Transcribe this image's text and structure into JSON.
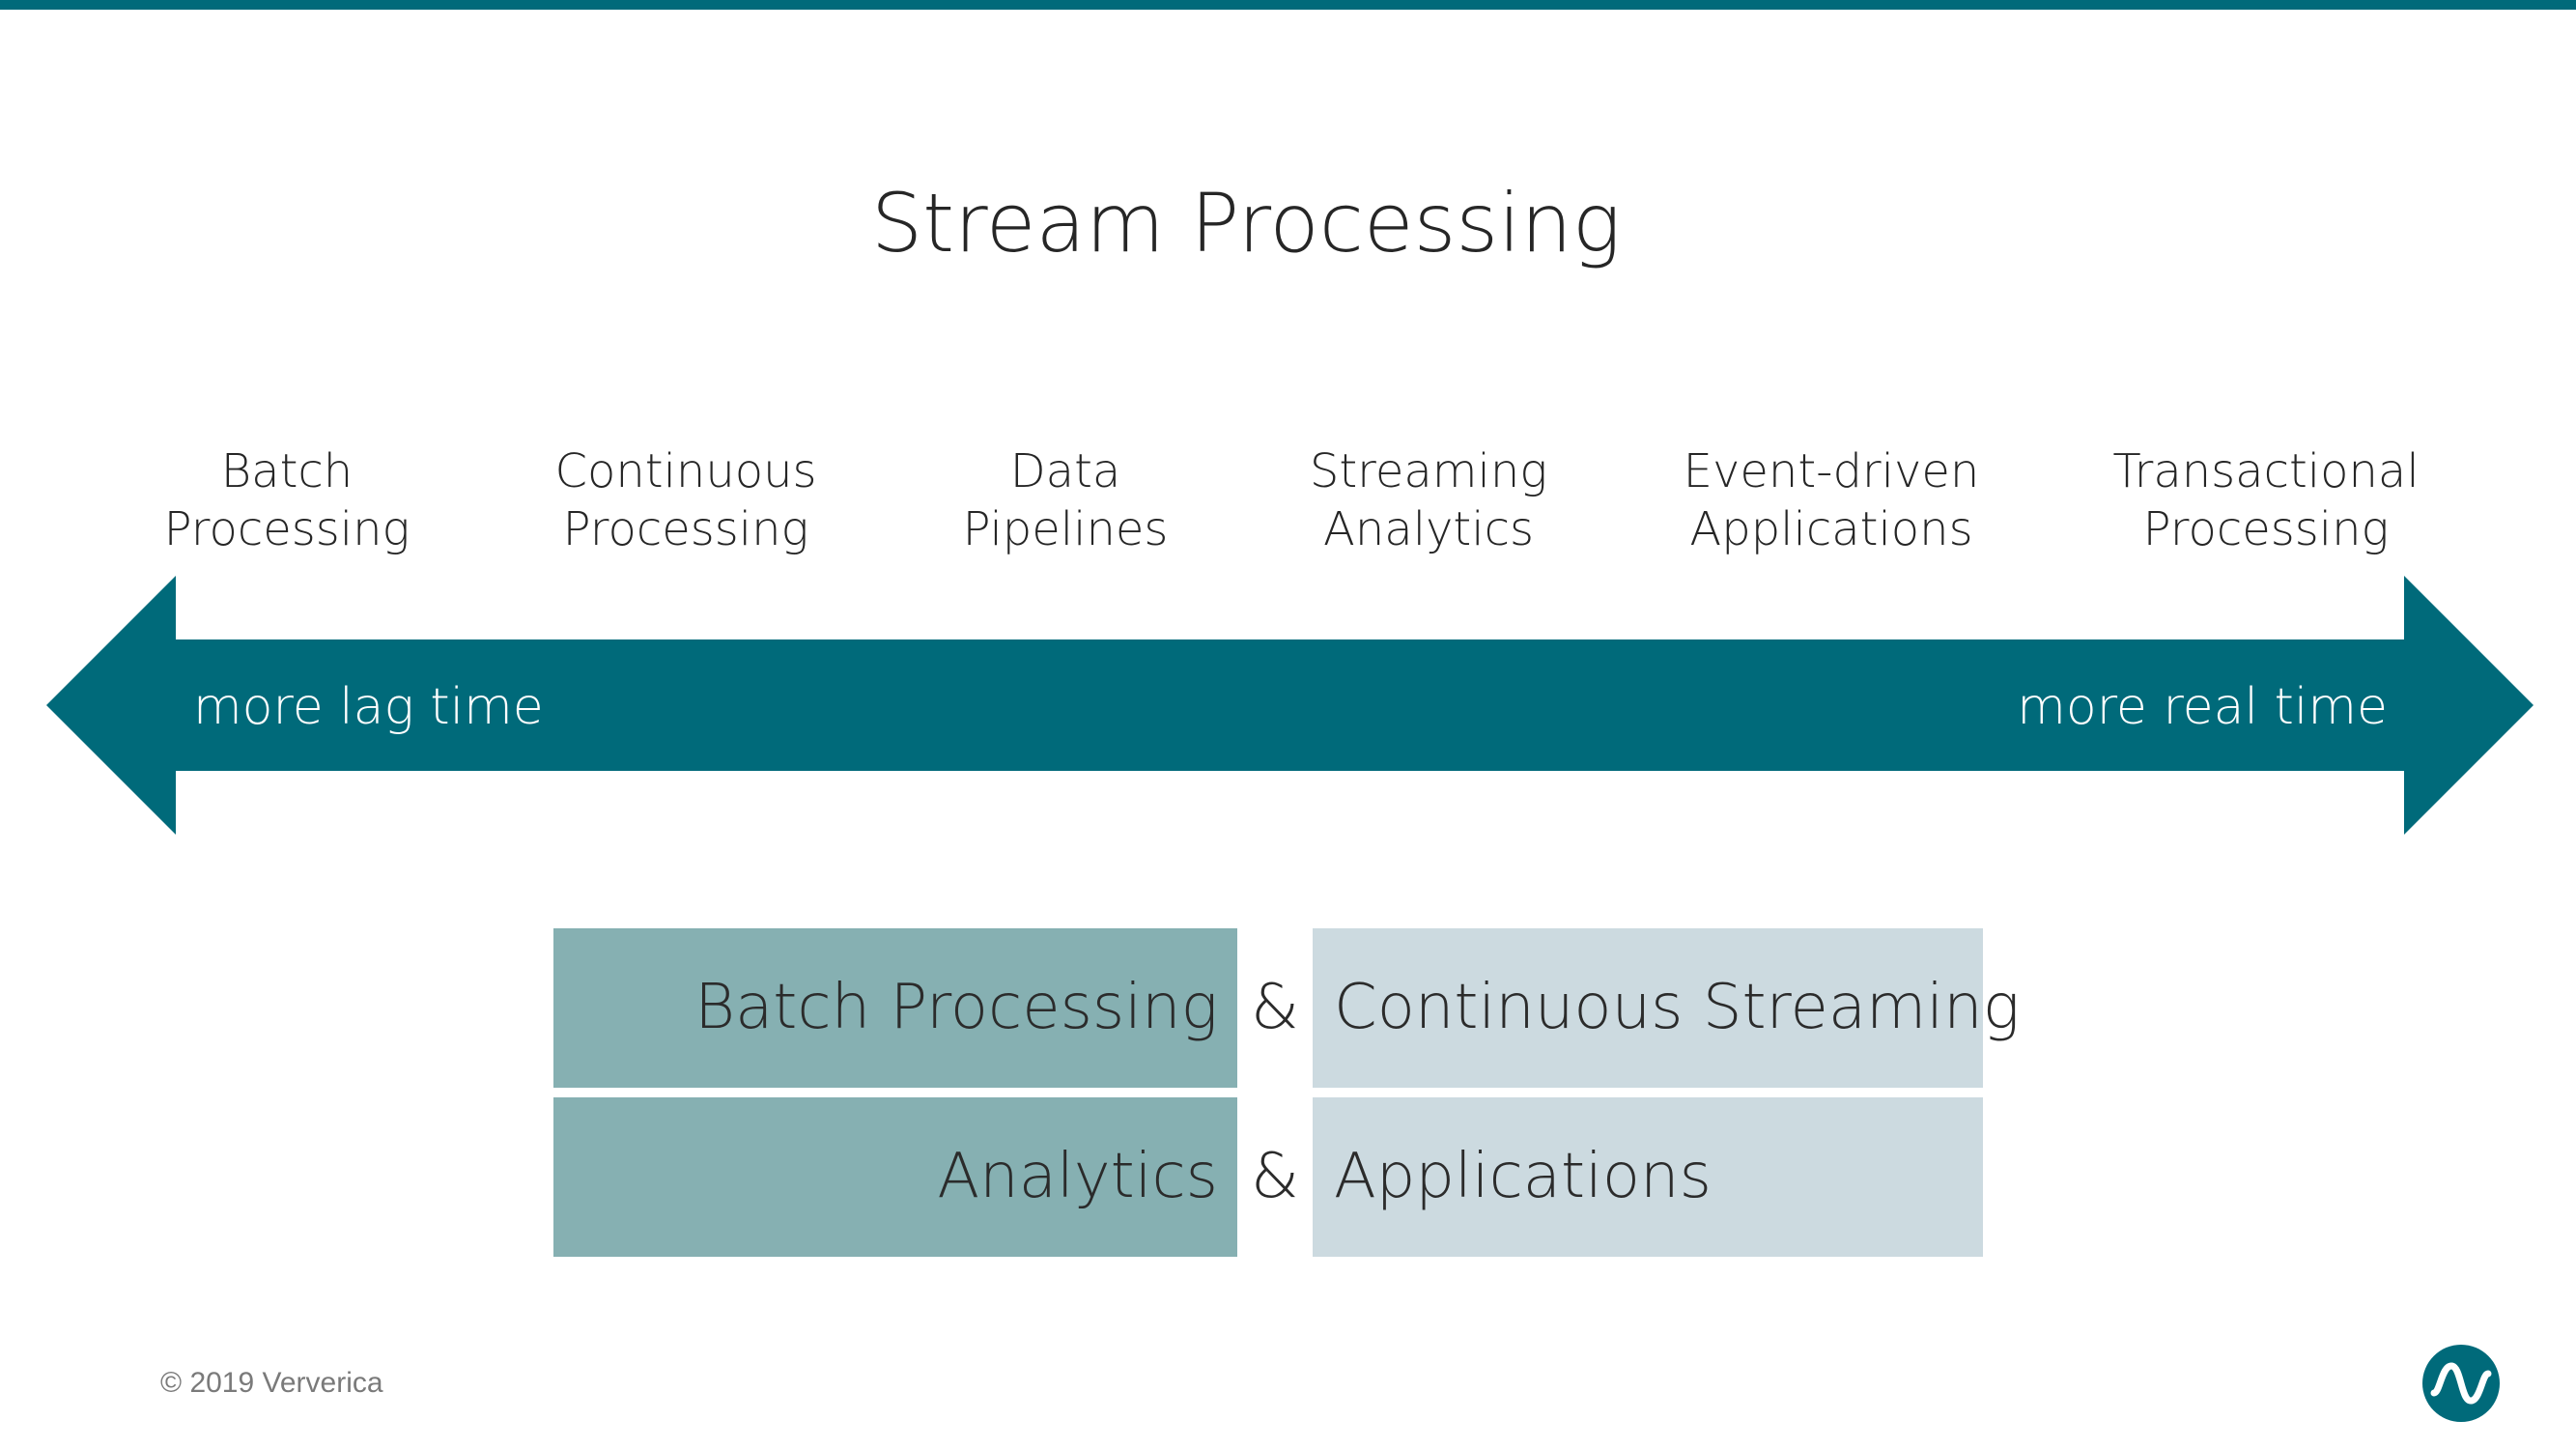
{
  "title": "Stream Processing",
  "stages": [
    {
      "line1": "Batch",
      "line2": "Processing"
    },
    {
      "line1": "Continuous",
      "line2": "Processing"
    },
    {
      "line1": "Data",
      "line2": "Pipelines"
    },
    {
      "line1": "Streaming",
      "line2": "Analytics"
    },
    {
      "line1": "Event-driven",
      "line2": "Applications"
    },
    {
      "line1": "Transactional",
      "line2": "Processing"
    }
  ],
  "arrow": {
    "left_label": "more lag time",
    "right_label": "more real time",
    "color": "#006a7a"
  },
  "pairs": [
    {
      "left": "Batch Processing",
      "joiner": "&",
      "right": "Continuous Streaming"
    },
    {
      "left": "Analytics",
      "joiner": "&",
      "right": "Applications"
    }
  ],
  "colors": {
    "accent": "#006a7a",
    "box_left": "#86b0b2",
    "box_right": "#ccdae0"
  },
  "footer": {
    "copyright": "© 2019 Ververica",
    "logo_icon": "ververica-wave-icon"
  }
}
